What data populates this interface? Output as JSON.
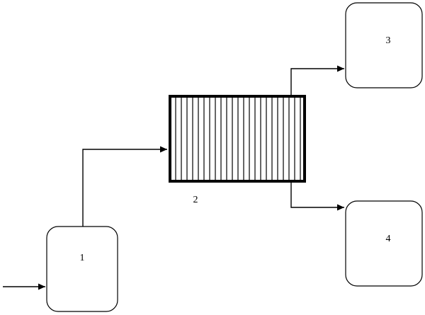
{
  "nodes": {
    "unit_1": {
      "label": "1"
    },
    "unit_2": {
      "label": "2"
    },
    "unit_3": {
      "label": "3"
    },
    "unit_4": {
      "label": "4"
    }
  },
  "colors": {
    "stroke": "#000000",
    "background": "#ffffff"
  }
}
